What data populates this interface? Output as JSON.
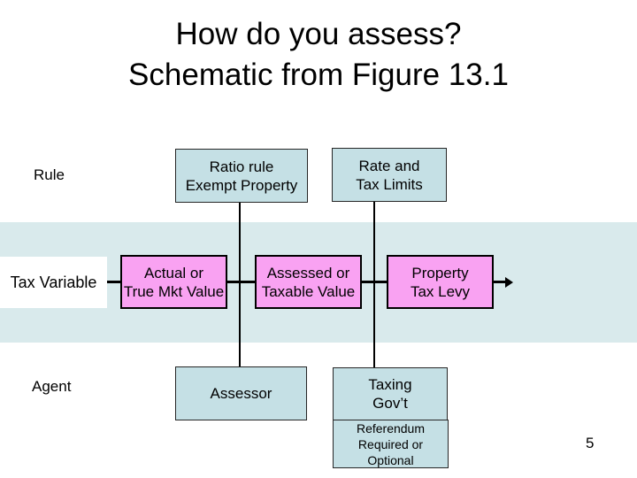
{
  "slide": {
    "title_line1": "How do you assess?",
    "title_line2": "Schematic from Figure 13.1",
    "page_number": "5"
  },
  "row_labels": {
    "rule": "Rule",
    "tax_variable": "Tax Variable",
    "agent": "Agent"
  },
  "boxes": {
    "ratio_rule": {
      "line1": "Ratio rule",
      "line2": "Exempt Property"
    },
    "rate_limits": {
      "line1": "Rate and",
      "line2": "Tax Limits"
    },
    "actual": {
      "line1": "Actual or",
      "line2": "True Mkt Value"
    },
    "assessed": {
      "line1": "Assessed or",
      "line2": "Taxable Value"
    },
    "levy": {
      "line1": "Property",
      "line2": "Tax Levy"
    },
    "assessor": {
      "line1": "Assessor"
    },
    "taxing_govt": {
      "line1": "Taxing",
      "line2": "Gov’t"
    },
    "referendum": {
      "line1": "Referendum",
      "line2": "Required or Optional"
    }
  },
  "colors": {
    "band_fill": "#d9eaec",
    "blue_box_fill": "#c5e0e5",
    "pink_box_fill": "#f9a2f2",
    "line_color": "#000000"
  }
}
